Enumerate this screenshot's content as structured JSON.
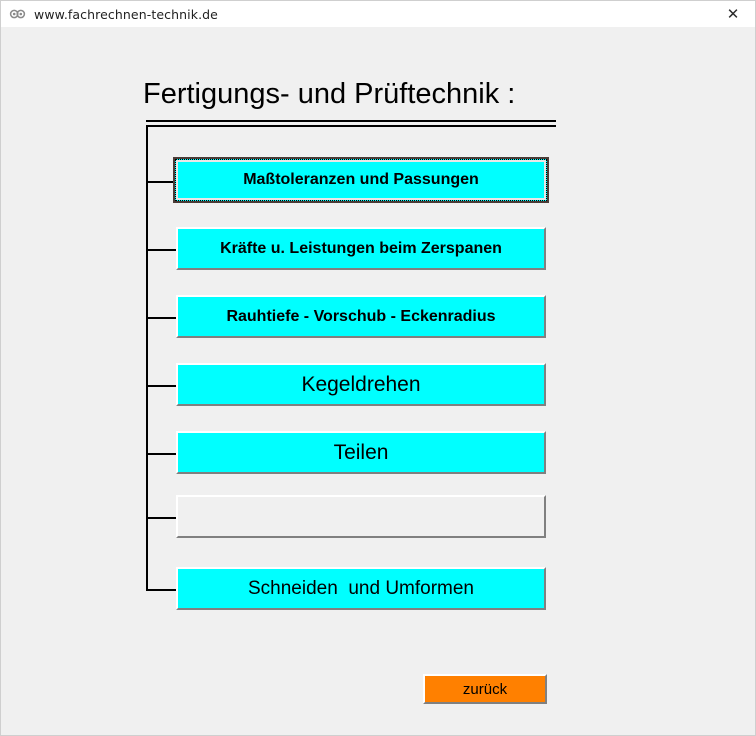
{
  "window": {
    "title": "www.fachrechnen-technik.de",
    "icon": "link-chain-icon",
    "close_label": "✕"
  },
  "page": {
    "heading": "Fertigungs- und Prüftechnik :"
  },
  "colors": {
    "button_fill": "#00ffff",
    "button_disabled_fill": "#f0f0f0",
    "back_button_fill": "#ff8000",
    "window_background": "#f0f0f0",
    "titlebar_background": "#ffffff",
    "line_color": "#000000"
  },
  "menu": {
    "items": [
      {
        "label": "Maßtoleranzen und Passungen",
        "focused": true,
        "empty": false,
        "size": "small"
      },
      {
        "label": "Kräfte u. Leistungen beim Zerspanen",
        "focused": false,
        "empty": false,
        "size": "small"
      },
      {
        "label": "Rauhtiefe - Vorschub - Eckenradius",
        "focused": false,
        "empty": false,
        "size": "small"
      },
      {
        "label": "Kegeldrehen",
        "focused": false,
        "empty": false,
        "size": "large"
      },
      {
        "label": "Teilen",
        "focused": false,
        "empty": false,
        "size": "large"
      },
      {
        "label": "",
        "focused": false,
        "empty": true,
        "size": "large"
      },
      {
        "label": "Schneiden  und Umformen",
        "focused": false,
        "empty": false,
        "size": "medium"
      }
    ]
  },
  "footer": {
    "back_label": "zurück"
  }
}
